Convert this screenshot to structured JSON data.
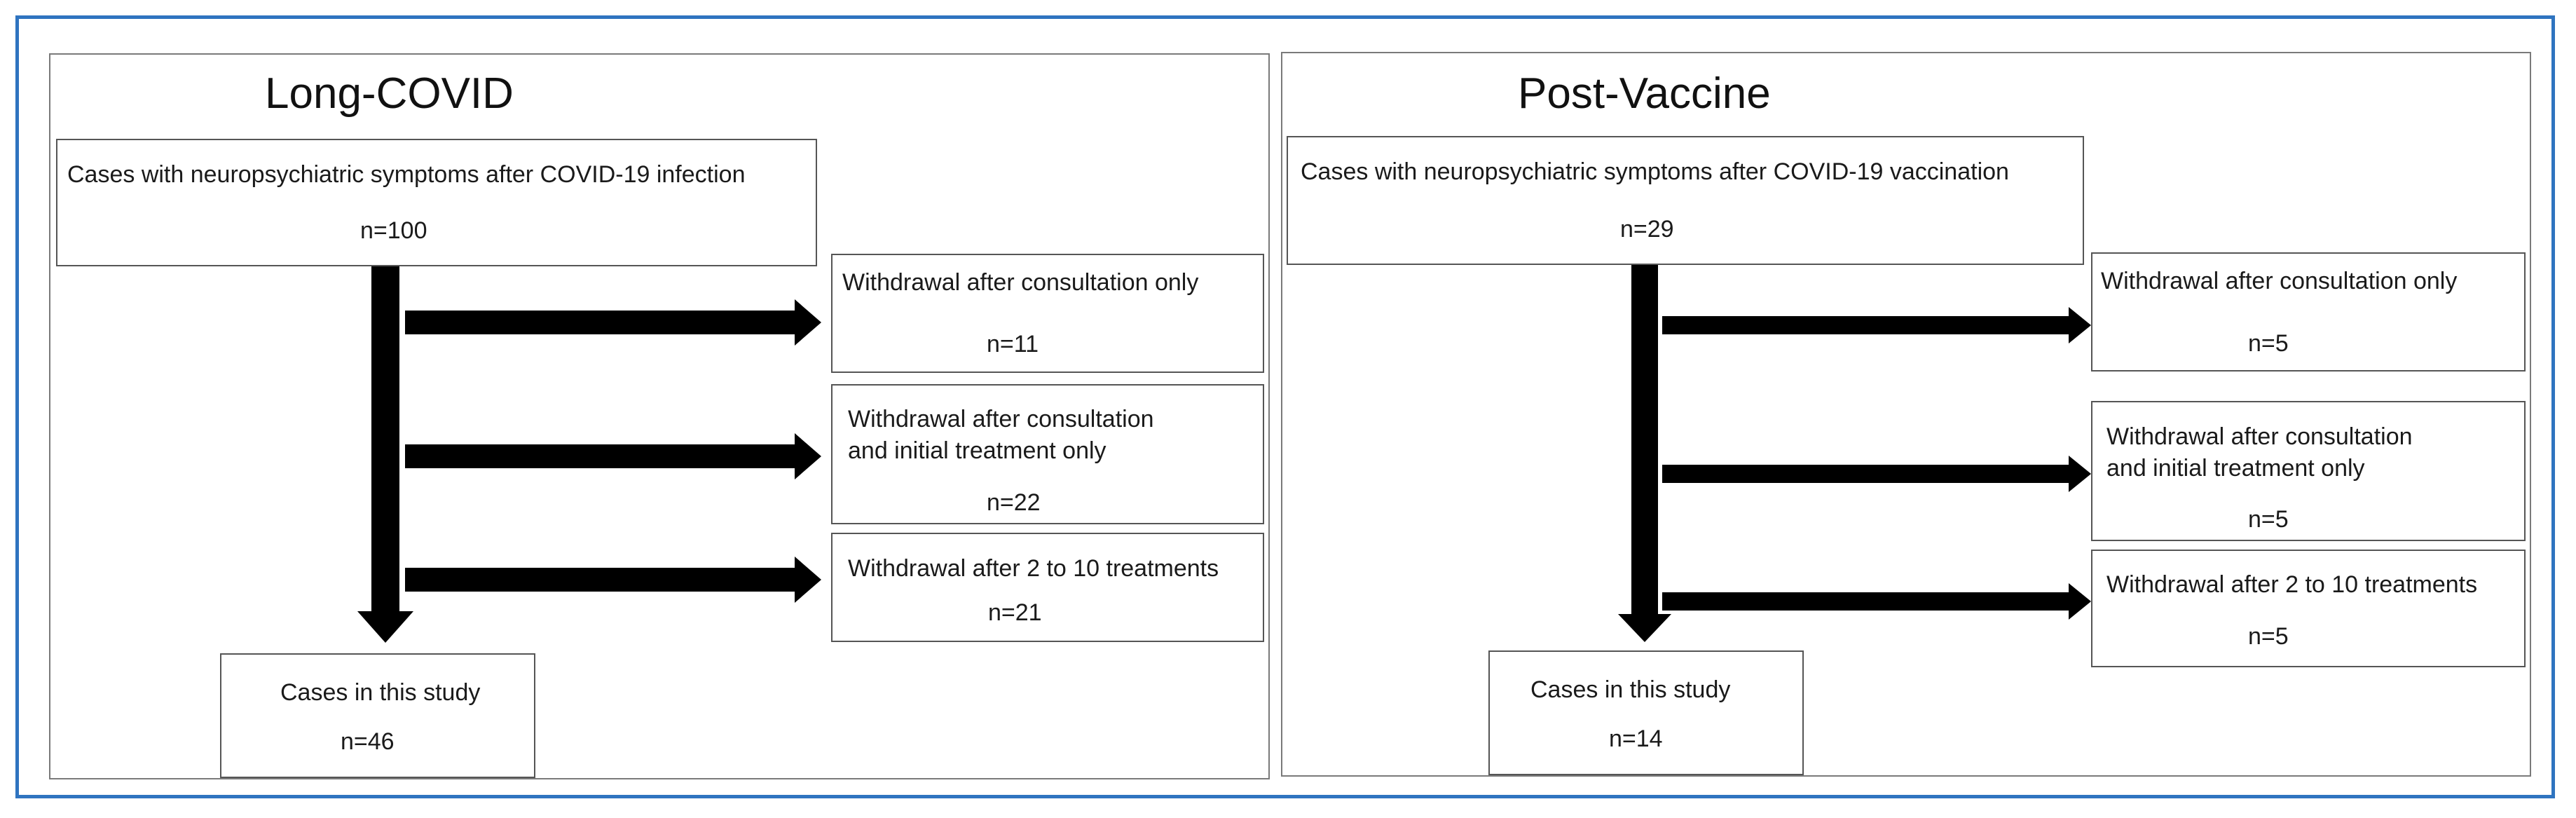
{
  "frame_color": "#2f74c0",
  "panels": {
    "long_covid": {
      "title": "Long-COVID",
      "initial": {
        "line1": "Cases with neuropsychiatric symptoms after COVID-19 infection",
        "n": "n=100"
      },
      "withdrawals": [
        {
          "line1": "Withdrawal after consultation only",
          "line2": "",
          "n": "n=11"
        },
        {
          "line1": "Withdrawal after consultation",
          "line2": "and initial treatment only",
          "n": "n=22"
        },
        {
          "line1": "Withdrawal after 2 to 10 treatments",
          "line2": "",
          "n": "n=21"
        }
      ],
      "final": {
        "line1": "Cases in this study",
        "n": "n=46"
      }
    },
    "post_vaccine": {
      "title": "Post-Vaccine",
      "initial": {
        "line1": "Cases with neuropsychiatric symptoms after COVID-19 vaccination",
        "n": "n=29"
      },
      "withdrawals": [
        {
          "line1": "Withdrawal after consultation only",
          "line2": "",
          "n": "n=5"
        },
        {
          "line1": "Withdrawal after consultation",
          "line2": "and initial treatment only",
          "n": "n=5"
        },
        {
          "line1": "Withdrawal after 2 to 10 treatments",
          "line2": "",
          "n": "n=5"
        }
      ],
      "final": {
        "line1": "Cases in this study",
        "n": "n=14"
      }
    }
  }
}
